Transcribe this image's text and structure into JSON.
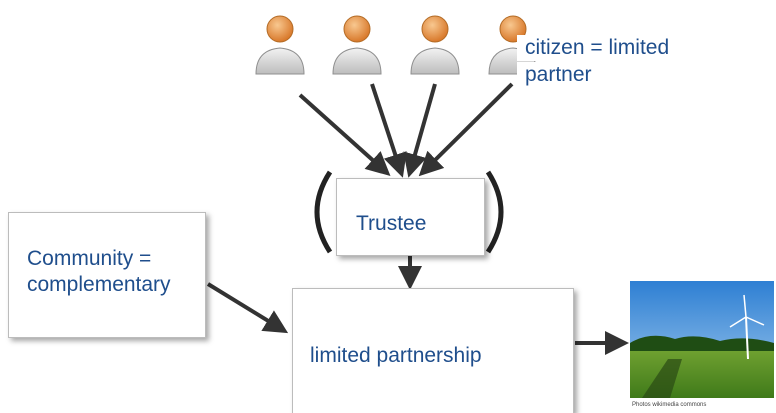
{
  "labels": {
    "citizen": [
      "citizen = limited",
      "partner"
    ],
    "trustee": "Trustee",
    "community": [
      "Community =",
      "complementary"
    ],
    "partnership": "limited partnership",
    "photo_credit": "Photos wikimedia commons"
  },
  "colors": {
    "text": "#1f4e8c",
    "arrow": "#333333",
    "person_head": "#e79a4a",
    "person_body": "#d9d9d9"
  },
  "icons": [
    "person-icon",
    "person-icon",
    "person-icon",
    "person-icon"
  ]
}
